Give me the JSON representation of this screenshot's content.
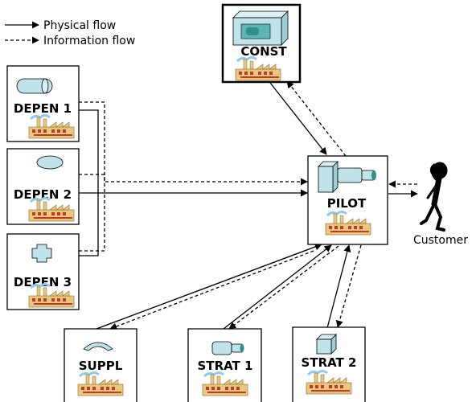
{
  "legend": {
    "physical": "Physical flow",
    "information": "Information flow"
  },
  "nodes": {
    "const": "CONST",
    "depen1": "DEPEN 1",
    "depen2": "DEPEN 2",
    "depen3": "DEPEN 3",
    "pilot": "PILOT",
    "suppl": "SUPPL",
    "strat1": "STRAT 1",
    "strat2": "STRAT 2"
  },
  "customer": "Customer",
  "colors": {
    "part_fill": "#bfe3e8",
    "part_dark": "#2f8f8a",
    "factory": "#e8c77e",
    "factory_red": "#c0392b",
    "smoke": "#8fc9ef"
  }
}
